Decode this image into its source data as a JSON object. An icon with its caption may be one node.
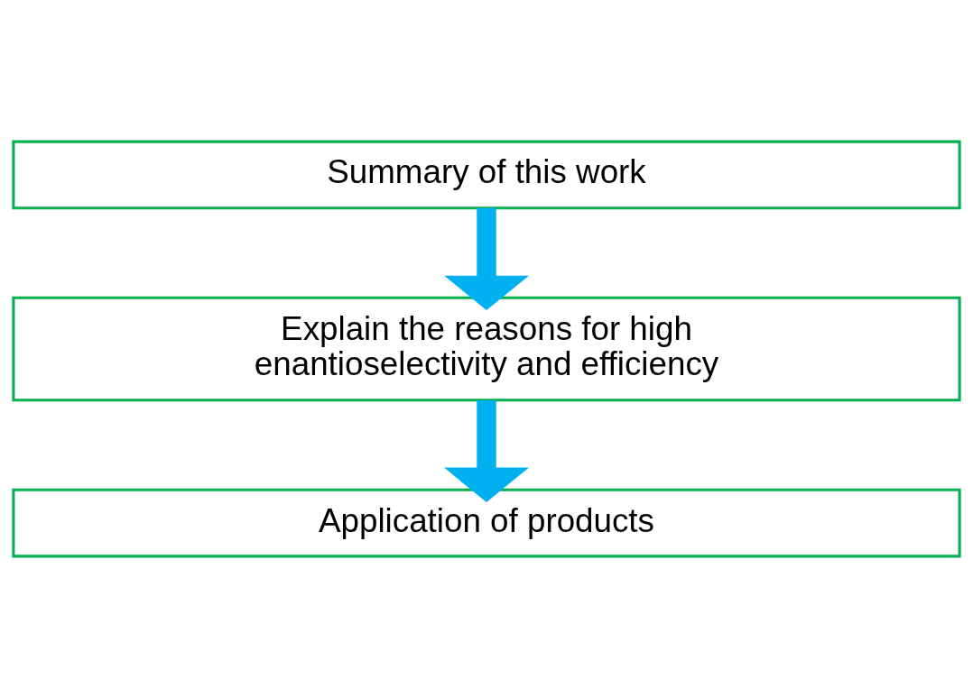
{
  "diagram": {
    "nodes": [
      {
        "text": [
          "Summary of this work"
        ]
      },
      {
        "text": [
          "Explain the reasons for high enantioselectivity and efficiency"
        ]
      },
      {
        "text": [
          "Application of products"
        ]
      }
    ],
    "edges": [
      {
        "from": 0,
        "to": 1,
        "arrow": "to"
      },
      {
        "from": 1,
        "to": 2,
        "arrow": "to"
      }
    ]
  }
}
